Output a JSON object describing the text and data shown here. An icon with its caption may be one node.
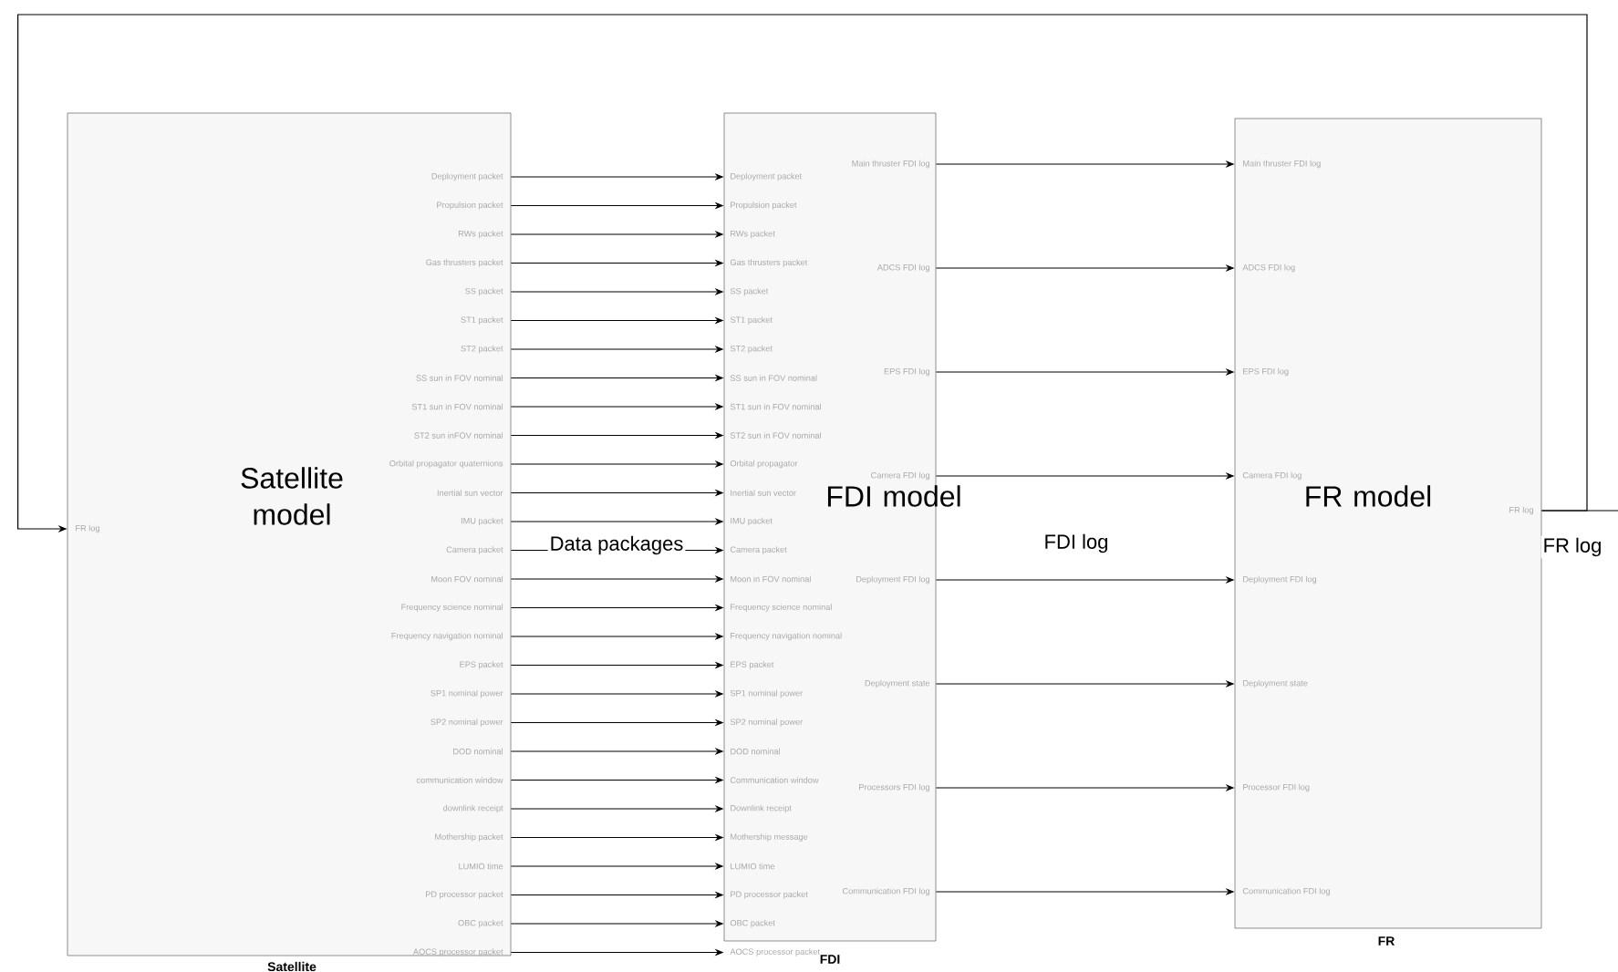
{
  "diagram": {
    "nodes": [
      {
        "text": [
          "Satellite model",
          "FR log",
          "Deployment packet",
          "Propulsion packet",
          "RWs packet",
          "Gas thrusters packet",
          "SS packet",
          "ST1 packet",
          "ST2 packet",
          "SS sun in FOV nominal",
          "ST1 sun in FOV nominal",
          "ST2 sun inFOV nominal",
          "Orbital propagator quaternions",
          "Inertial sun vector",
          "IMU packet",
          "Camera packet",
          "Moon FOV nominal",
          "Frequency science nominal",
          "Frequency navigation nominal",
          "EPS packet",
          "SP1 nominal power",
          "SP2 nominal power",
          "DOD nominal",
          "communication window",
          "downlink receipt",
          "Mothership packet",
          "LUMIO time",
          "PD processor packet",
          "OBC packet",
          "AOCS processor packet",
          "Satellite"
        ]
      },
      {
        "text": [
          "FDI model",
          "Deployment packet",
          "Propulsion packet",
          "RWs packet",
          "Gas thrusters packet",
          "SS packet",
          "ST1 packet",
          "ST2 packet",
          "SS sun in FOV nominal",
          "ST1 sun in FOV nominal",
          "ST2 sun in FOV nominal",
          "Orbital propagator",
          "Inertial sun vector",
          "IMU packet",
          "Camera packet",
          "Moon in FOV nominal",
          "Frequency science nominal",
          "Frequency navigation nominal",
          "EPS packet",
          "SP1 nominal power",
          "SP2 nominal power",
          "DOD nominal",
          "Communication window",
          "Downlink receipt",
          "Mothership message",
          "LUMIO time",
          "PD processor packet",
          "OBC packet",
          "AOCS processor packet",
          "Main thruster FDI log",
          "ADCS FDI log",
          "EPS FDI log",
          "Camera FDI log",
          "Deployment FDI log",
          "Deployment state",
          "Processors FDI log",
          "Communication FDI log",
          "FDI"
        ]
      },
      {
        "text": [
          "FR model",
          "Main thruster FDI log",
          "ADCS FDI log",
          "EPS FDI log",
          "Camera FDI log",
          "Deployment FDI log",
          "Deployment state",
          "Processor FDI log",
          "Communication FDI log",
          "FR log",
          "FR"
        ]
      }
    ],
    "edges": [
      {
        "from": 0,
        "to": 1,
        "arrow": "to"
      },
      {
        "from": 0,
        "to": 1,
        "arrow": "to"
      },
      {
        "from": 0,
        "to": 1,
        "arrow": "to"
      },
      {
        "from": 0,
        "to": 1,
        "arrow": "to"
      },
      {
        "from": 0,
        "to": 1,
        "arrow": "to"
      },
      {
        "from": 0,
        "to": 1,
        "arrow": "to"
      },
      {
        "from": 0,
        "to": 1,
        "arrow": "to"
      },
      {
        "from": 0,
        "to": 1,
        "arrow": "to"
      },
      {
        "from": 0,
        "to": 1,
        "arrow": "to"
      },
      {
        "from": 0,
        "to": 1,
        "arrow": "to"
      },
      {
        "from": 0,
        "to": 1,
        "arrow": "to"
      },
      {
        "from": 0,
        "to": 1,
        "arrow": "to"
      },
      {
        "from": 0,
        "to": 1,
        "arrow": "to"
      },
      {
        "from": 0,
        "to": 1,
        "arrow": "to"
      },
      {
        "from": 0,
        "to": 1,
        "arrow": "to"
      },
      {
        "from": 0,
        "to": 1,
        "arrow": "to"
      },
      {
        "from": 0,
        "to": 1,
        "arrow": "to"
      },
      {
        "from": 0,
        "to": 1,
        "arrow": "to"
      },
      {
        "from": 0,
        "to": 1,
        "arrow": "to"
      },
      {
        "from": 0,
        "to": 1,
        "arrow": "to"
      },
      {
        "from": 0,
        "to": 1,
        "arrow": "to"
      },
      {
        "from": 0,
        "to": 1,
        "arrow": "to"
      },
      {
        "from": 0,
        "to": 1,
        "arrow": "to"
      },
      {
        "from": 0,
        "to": 1,
        "arrow": "to"
      },
      {
        "from": 0,
        "to": 1,
        "arrow": "to"
      },
      {
        "from": 0,
        "to": 1,
        "arrow": "to"
      },
      {
        "from": 0,
        "to": 1,
        "arrow": "to"
      },
      {
        "from": 0,
        "to": 1,
        "arrow": "to"
      },
      {
        "from": 1,
        "to": 2,
        "arrow": "to"
      },
      {
        "from": 1,
        "to": 2,
        "arrow": "to"
      },
      {
        "from": 1,
        "to": 2,
        "arrow": "to"
      },
      {
        "from": 1,
        "to": 2,
        "arrow": "to"
      },
      {
        "from": 1,
        "to": 2,
        "arrow": "to"
      },
      {
        "from": 1,
        "to": 2,
        "arrow": "to"
      },
      {
        "from": 1,
        "to": 2,
        "arrow": "to"
      },
      {
        "from": 1,
        "to": 2,
        "arrow": "to"
      },
      {
        "from": 2,
        "to": 0,
        "arrow": "to"
      },
      {
        "from": 2,
        "to": null,
        "arrow": "none",
        "label": "FR log"
      }
    ],
    "labels": [
      "Data packages",
      "FDI log"
    ]
  }
}
